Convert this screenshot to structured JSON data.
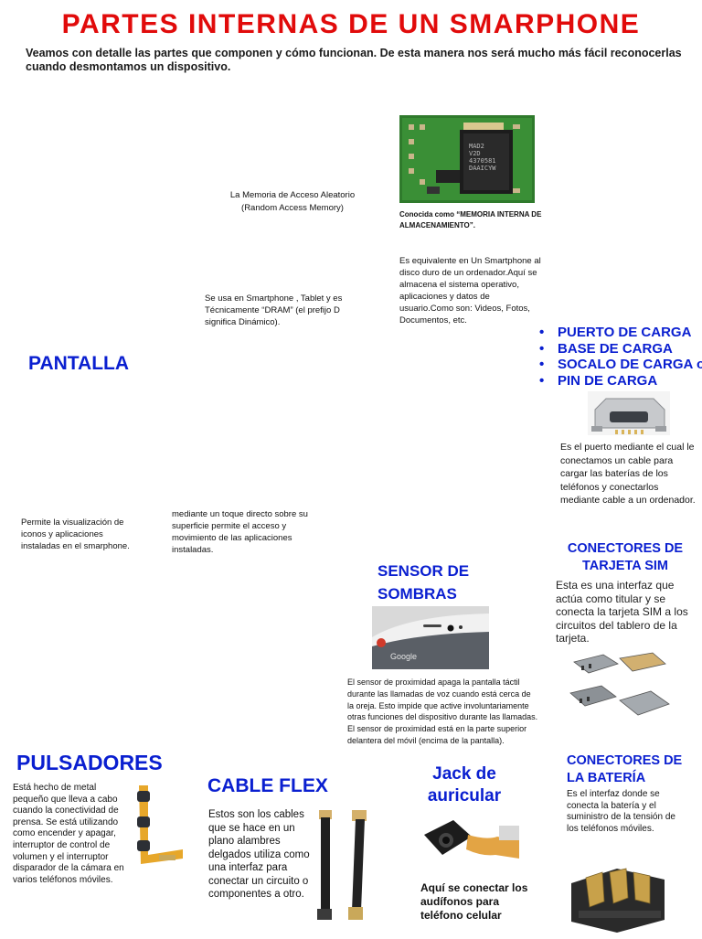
{
  "title": "PARTES INTERNAS DE UN SMARPHONE",
  "intro": "Veamos con detalle las partes que componen y cómo funcionan. De esta manera nos será mucho más fácil reconocerlas cuando desmontamos un dispositivo.",
  "chip": {
    "label_lines": [
      "MAD2",
      "V2D",
      "4370581",
      "DAAICYW"
    ]
  },
  "ram": {
    "name": "La Memoria de Acceso Aleatorio (Random Access Memory)",
    "usage": "Se usa en Smartphone , Tablet y es Técnicamente “DRAM” (el prefijo D significa Dinámico)."
  },
  "rom": {
    "known_as": "Conocida como “MEMORIA INTERNA DE ALMACENAMIENTO”.",
    "description": "Es equivalente en Un Smartphone al disco duro de un ordenador.Aquí se almacena el sistema operativo, aplicaciones y datos de usuario.Como son: Videos, Fotos, Documentos, etc."
  },
  "pantalla": {
    "heading": "PANTALLA",
    "text1": "Permite la visualización de iconos y aplicaciones instaladas en el smarphone.",
    "text2": "mediante un toque directo sobre su superficie permite el acceso y movimiento de las aplicaciones instaladas."
  },
  "puerto": {
    "items": [
      "PUERTO  DE CARGA",
      "BASE DE CARGA",
      "SOCALO  DE CARGA o",
      "PIN  DE CARGA"
    ],
    "description": "Es el puerto mediante el cual le conectamos un cable para cargar las baterías de los teléfonos y conectarlos mediante cable a un ordenador."
  },
  "sensor": {
    "heading": "SENSOR  DE SOMBRAS",
    "brand": "Google",
    "description": "El sensor de proximidad apaga la pantalla táctil durante las llamadas de voz cuando está cerca de la oreja. Esto impide que active involuntariamente otras funciones del dispositivo durante las llamadas. El sensor de proximidad está en la parte superior delantera del móvil (encima de la pantalla)."
  },
  "sim": {
    "heading": "CONECTORES DE TARJETA SIM",
    "description": "Esta es una interfaz que actúa como titular y se conecta la tarjeta SIM a los circuitos del tablero de la tarjeta."
  },
  "pulsadores": {
    "heading": "PULSADORES",
    "description": "Está hecho de metal pequeño que lleva a cabo cuando la conectividad de prensa. Se está utilizando como encender y apagar, interruptor de control de volumen y el interruptor disparador de la cámara en varios teléfonos móviles."
  },
  "flex": {
    "heading": "CABLE FLEX",
    "description": "Estos son los cables que se hace en un plano alambres delgados utiliza como una interfaz para conectar un circuito o componentes a otro."
  },
  "jack": {
    "heading": "Jack de auricular",
    "description": "Aquí se conectar los audífonos para teléfono celular"
  },
  "bateria": {
    "heading": "CONECTORES DE LA BATERÍA",
    "description": "Es el interfaz donde se conecta la batería y el suministro de la tensión de los teléfonos móviles."
  }
}
